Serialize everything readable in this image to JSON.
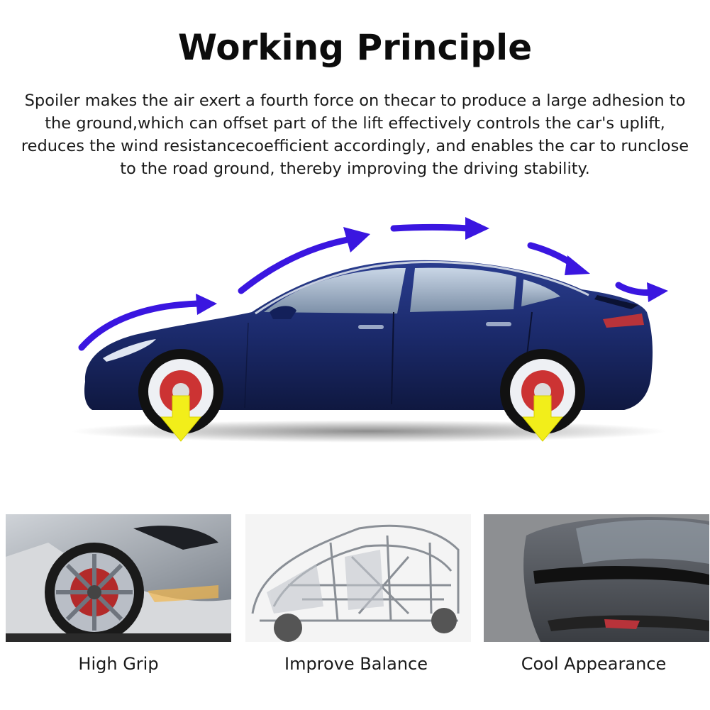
{
  "header": {
    "title": "Working Principle",
    "description": "Spoiler makes the air exert a fourth force on thecar to produce a large adhesion to the ground,which can offset part of the lift effectively controls the car's uplift, reduces the wind resistancecoefficient accordingly, and enables the car to runclose to the road ground, thereby improving the driving stability."
  },
  "colors": {
    "airflow_arrow": "#3a16e0",
    "downforce_arrow": "#f2ee1a",
    "car_body": "#1b2a6b"
  },
  "features": [
    {
      "label": "High Grip",
      "icon": "car-front-wheel-photo"
    },
    {
      "label": "Improve Balance",
      "icon": "car-body-frame-photo"
    },
    {
      "label": "Cool Appearance",
      "icon": "rear-spoiler-photo"
    }
  ]
}
